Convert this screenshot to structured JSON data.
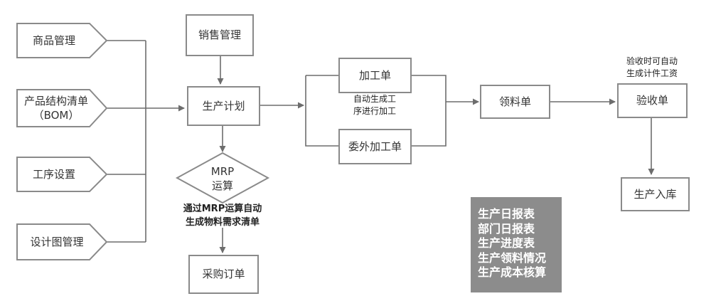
{
  "inputs": {
    "goods_mgmt": "商品管理",
    "bom_line1": "产品结构清单",
    "bom_line2": "（BOM）",
    "process_setup": "工序设置",
    "design_mgmt": "设计图管理"
  },
  "nodes": {
    "sales_mgmt": "销售管理",
    "production_plan": "生产计划",
    "mrp_line1": "MRP",
    "mrp_line2": "运算",
    "purchase_order": "采购订单",
    "processing_order": "加工单",
    "outsourcing_order": "委外加工单",
    "material_requisition": "领料单",
    "acceptance": "验收单",
    "warehousing": "生产入库"
  },
  "notes": {
    "auto_process_line1": "自动生成工",
    "auto_process_line2": "序进行加工",
    "mrp_note_line1": "通过MRP运算自动",
    "mrp_note_line2": "生成物料需求清单",
    "acceptance_note_line1": "验收时可自动",
    "acceptance_note_line2": "生成计件工资"
  },
  "reports": [
    "生产日报表",
    "部门日报表",
    "生产进度表",
    "生产领料情况",
    "生产成本核算"
  ],
  "colors": {
    "line": "#6d6d6d",
    "box_border": "#8a8a8a",
    "report_bg": "#8c8c8c",
    "report_text": "#ffffff"
  }
}
